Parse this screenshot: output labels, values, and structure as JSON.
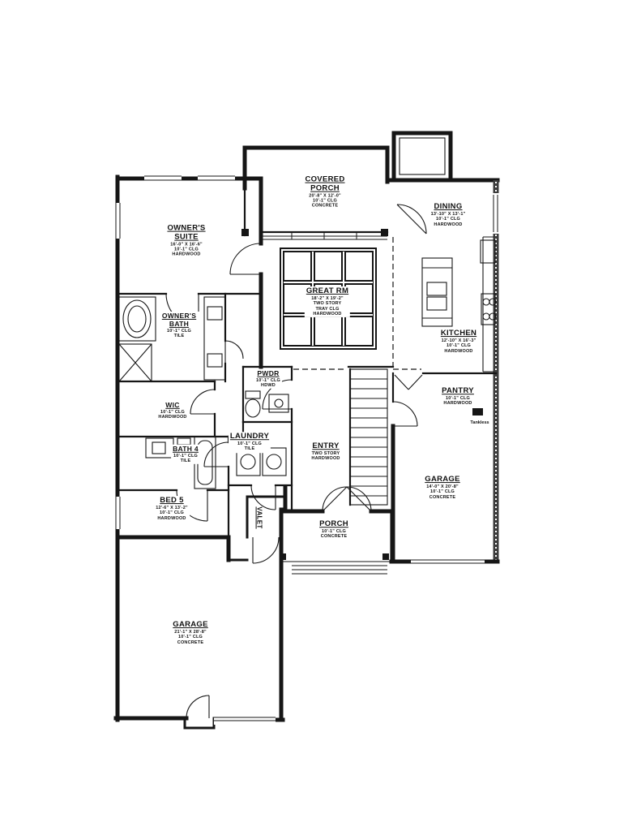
{
  "colors": {
    "line": "#161616",
    "wall_hatched": "#3c3c3c",
    "background": "#ffffff"
  },
  "rooms": {
    "owners_suite": {
      "name": "OWNER'S SUITE",
      "lines": [
        "16'-0\" X 16'-6\"",
        "10'-1\" CLG",
        "HARDWOOD"
      ]
    },
    "covered_porch": {
      "name": "COVERED PORCH",
      "lines": [
        "20'-8\" X 12'-0\"",
        "10'-1\" CLG",
        "CONCRETE"
      ]
    },
    "dining": {
      "name": "DINING",
      "lines": [
        "13'-10\" X 13'-1\"",
        "10'-1\" CLG",
        "HARDWOOD"
      ]
    },
    "great_rm": {
      "name": "GREAT RM",
      "lines": [
        "18'-2\" X 19'-2\"",
        "TWO STORY",
        "TRAY CLG",
        "HARDWOOD"
      ]
    },
    "kitchen": {
      "name": "KITCHEN",
      "lines": [
        "12'-10\" X 16'-3\"",
        "10'-1\" CLG",
        "HARDWOOD"
      ]
    },
    "owners_bath": {
      "name": "OWNER'S BATH",
      "lines": [
        "10'-1\" CLG",
        "TILE"
      ]
    },
    "pwdr": {
      "name": "PWDR",
      "lines": [
        "10'-1\" CLG",
        "HDWD"
      ]
    },
    "wic": {
      "name": "WIC",
      "lines": [
        "10'-1\" CLG",
        "HARDWOOD"
      ]
    },
    "pantry": {
      "name": "PANTRY",
      "lines": [
        "10'-1\" CLG",
        "HARDWOOD"
      ]
    },
    "laundry": {
      "name": "LAUNDRY",
      "lines": [
        "10'-1\" CLG",
        "TILE"
      ]
    },
    "entry": {
      "name": "ENTRY",
      "lines": [
        "TWO STORY",
        "HARDWOOD"
      ]
    },
    "bath4": {
      "name": "BATH 4",
      "lines": [
        "10'-1\" CLG",
        "TILE"
      ]
    },
    "bed5": {
      "name": "BED 5",
      "lines": [
        "12'-6\" X 13'-2\"",
        "10'-1\" CLG",
        "HARDWOOD"
      ]
    },
    "garage_side": {
      "name": "GARAGE",
      "lines": [
        "14'-0\" X 20'-8\"",
        "10'-1\" CLG",
        "CONCRETE"
      ]
    },
    "porch": {
      "name": "PORCH",
      "lines": [
        "10'-1\" CLG",
        "CONCRETE"
      ]
    },
    "garage_main": {
      "name": "GARAGE",
      "lines": [
        "21'-1\" X 28'-8\"",
        "10'-1\" CLG",
        "CONCRETE"
      ]
    },
    "valet": {
      "name": "VALET"
    }
  },
  "annotations": {
    "tankless": "Tankless"
  }
}
